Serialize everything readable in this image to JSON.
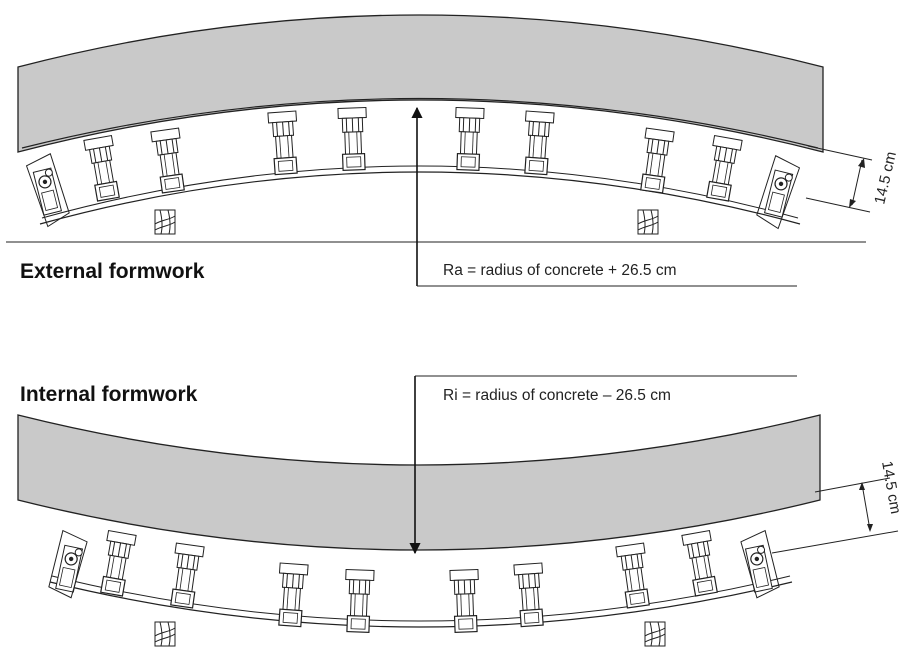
{
  "colors": {
    "concrete": "#c9c9c9",
    "lines": "#222222",
    "background": "#ffffff"
  },
  "external": {
    "title": "External formwork",
    "radius_label": "Ra = radius of concrete + 26.5 cm",
    "dimension_label": "14.5 cm"
  },
  "internal": {
    "title": "Internal formwork",
    "radius_label": "Ri = radius of concrete – 26.5 cm",
    "dimension_label": "14.5 cm"
  }
}
